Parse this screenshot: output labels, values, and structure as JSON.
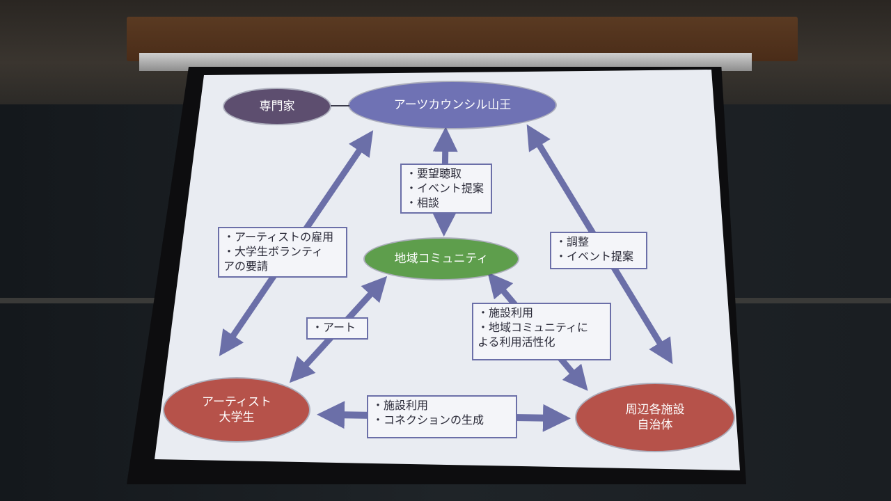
{
  "nodes": {
    "expert": "専門家",
    "council": "アーツカウンシル山王",
    "community": "地域コミュニティ",
    "artists_line1": "アーティスト",
    "artists_line2": "大学生",
    "facilities_line1": "周辺各施設",
    "facilities_line2": "自治体"
  },
  "labels": {
    "center_top": [
      "・要望聴取",
      "・イベント提案",
      "・相談"
    ],
    "left_upper": [
      "・アーティストの雇用",
      "・大学生ボランティ",
      "アの要請"
    ],
    "right_upper": [
      "・調整",
      "・イベント提案"
    ],
    "left_lower": [
      "・アート"
    ],
    "right_lower": [
      "・施設利用",
      "・地域コミュニティに",
      "よる利用活性化"
    ],
    "bottom": [
      "・施設利用",
      "・コネクションの生成"
    ]
  },
  "colors": {
    "purple": "#6f72b4",
    "green": "#5e9e4c",
    "red": "#b6524a",
    "dark_purple": "#5d4e6f",
    "arrow": "#6b6fa8"
  }
}
